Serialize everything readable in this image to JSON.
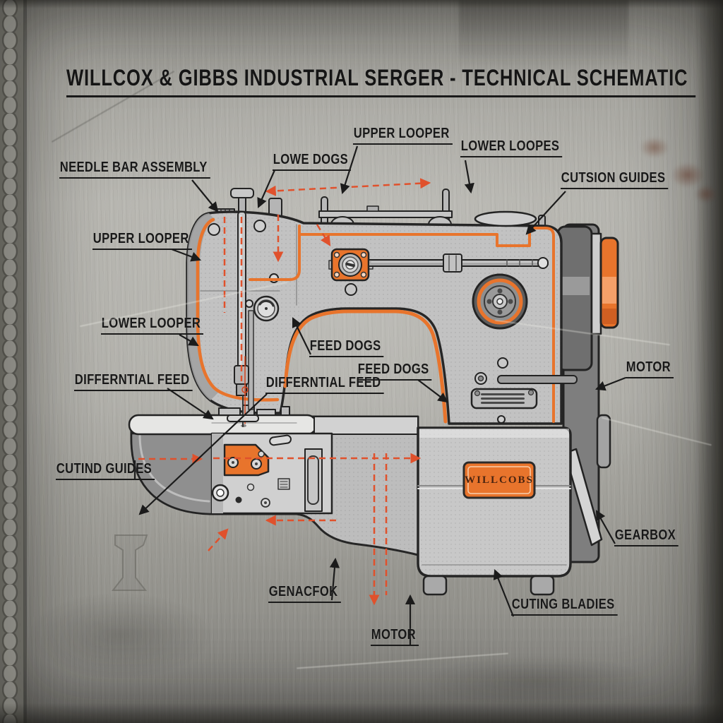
{
  "title": "WILLCOX & GIBBS INDUSTRIAL SERGER - TECHNICAL SCHEMATIC",
  "badge": "WILLCOBS",
  "colors": {
    "accent_orange": "#E8742C",
    "dashed_arrow_orange": "#E0512C",
    "label_ink": "#191919",
    "machine_grey": "#C2C2C2",
    "background_metal": "#A8A7A1"
  },
  "labels": {
    "needle_bar_assembly": "NEEDLE BAR ASSEMBLY",
    "lowe_dogs": "LOWE DOGS",
    "upper_looper_top": "UPPER LOOPER",
    "lower_loopes": "LOWER LOOPES",
    "cutsion_guides": "CUTSION GUIDES",
    "upper_looper_left": "UPPER LOOPER",
    "lower_looper": "LOWER LOOPER",
    "differntial_feed_left": "DIFFERNTIAL FEED",
    "feed_dogs_upper": "FEED DOGS",
    "feed_dogs_lower": "FEED DOGS",
    "differntial_feed_center": "DIFFERNTIAL FEED",
    "cutind_guides": "CUTIND GUIDES",
    "motor_right": "MOTOR",
    "gearbox": "GEARBOX",
    "genacfok": "GENACFOK",
    "motor_bottom": "MOTOR",
    "cuting_bladies": "CUTING BLADIES"
  }
}
